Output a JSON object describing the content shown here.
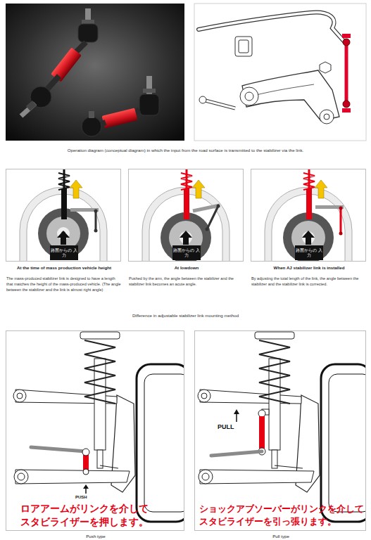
{
  "diagram": {
    "nodes": [
      {
        "text": [
          "At the time of mass production vehicle height",
          "The mass-produced stabilizer link is designed to have a length that matches the height of the mass-produced vehicle. (The angle between the stabilizer and the link is almost right angle)"
        ]
      },
      {
        "text": [
          "路面からの 入力"
        ],
        "in": 0
      },
      {
        "text": [
          "At lowdown",
          "Pushed by the arm, the angle between the stabilizer and the stabilizer link becomes an acute angle."
        ]
      },
      {
        "text": [
          "路面からの 入力"
        ],
        "in": 2
      },
      {
        "text": [
          "When AJ stabilizer link is installed",
          "By adjusting the total length of the link, the angle between the stabilizer and the stabilizer link is corrected."
        ]
      },
      {
        "text": [
          "路面からの 入力"
        ],
        "in": 4
      },
      {
        "text": [
          "PUSH",
          "ロアアームがリンクを介して スタビライザーを押します。",
          "Push type"
        ]
      },
      {
        "text": [
          "PULL",
          "ショックアブソーバーがリンクを介して スタビライザーを引っ張ります。",
          "Pull type"
        ]
      }
    ],
    "labels": [
      "Operation diagram (conceptual diagram) in which the input from the road surface is transmitted to the stabilizer via the link.",
      "Difference in adjustable stabilizer link mounting method"
    ]
  }
}
